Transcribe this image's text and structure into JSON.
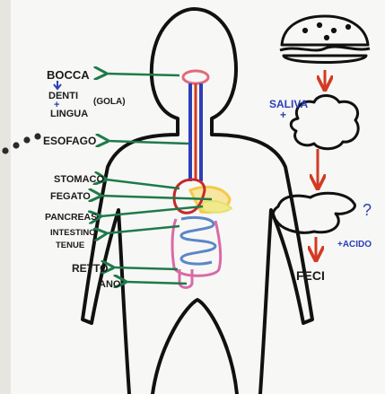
{
  "labels": {
    "bocca": "BOCCA",
    "denti": "DENTI",
    "plus1": "+",
    "lingua": "LINGUA",
    "gola": "(GOLA)",
    "esofago": "ESOFAGO",
    "stomaco": "STOMACO",
    "fegato": "FEGATO",
    "pancreas": "PANCREAS",
    "intestino": "INTESTINO",
    "tenue": "TENUE",
    "retto": "RETTO",
    "ano": "ANO",
    "saliva": "SALIVA",
    "plus2": "+",
    "question": "?",
    "acido": "+ACIDO",
    "feci": "FECI"
  },
  "colors": {
    "body_outline": "#111111",
    "arrow_green": "#1f7a4a",
    "arrow_red": "#d23a24",
    "esophagus_blue": "#2d3fb8",
    "esophagus_red": "#d23a24",
    "mouth": "#e06a7a",
    "stomach": "#c62828",
    "liver": "#f2c94c",
    "pancreas": "#e6e070",
    "small_intestine": "#5b86c8",
    "large_intestine": "#d96aa8",
    "saliva_text": "#2a3fb8",
    "label_text": "#1b1b1b",
    "dots": "#2b2b2b",
    "acid_text": "#2a3fb8"
  },
  "icons": [
    "hamburger-icon",
    "food-bolus-icon",
    "liquid-puddle-icon"
  ]
}
